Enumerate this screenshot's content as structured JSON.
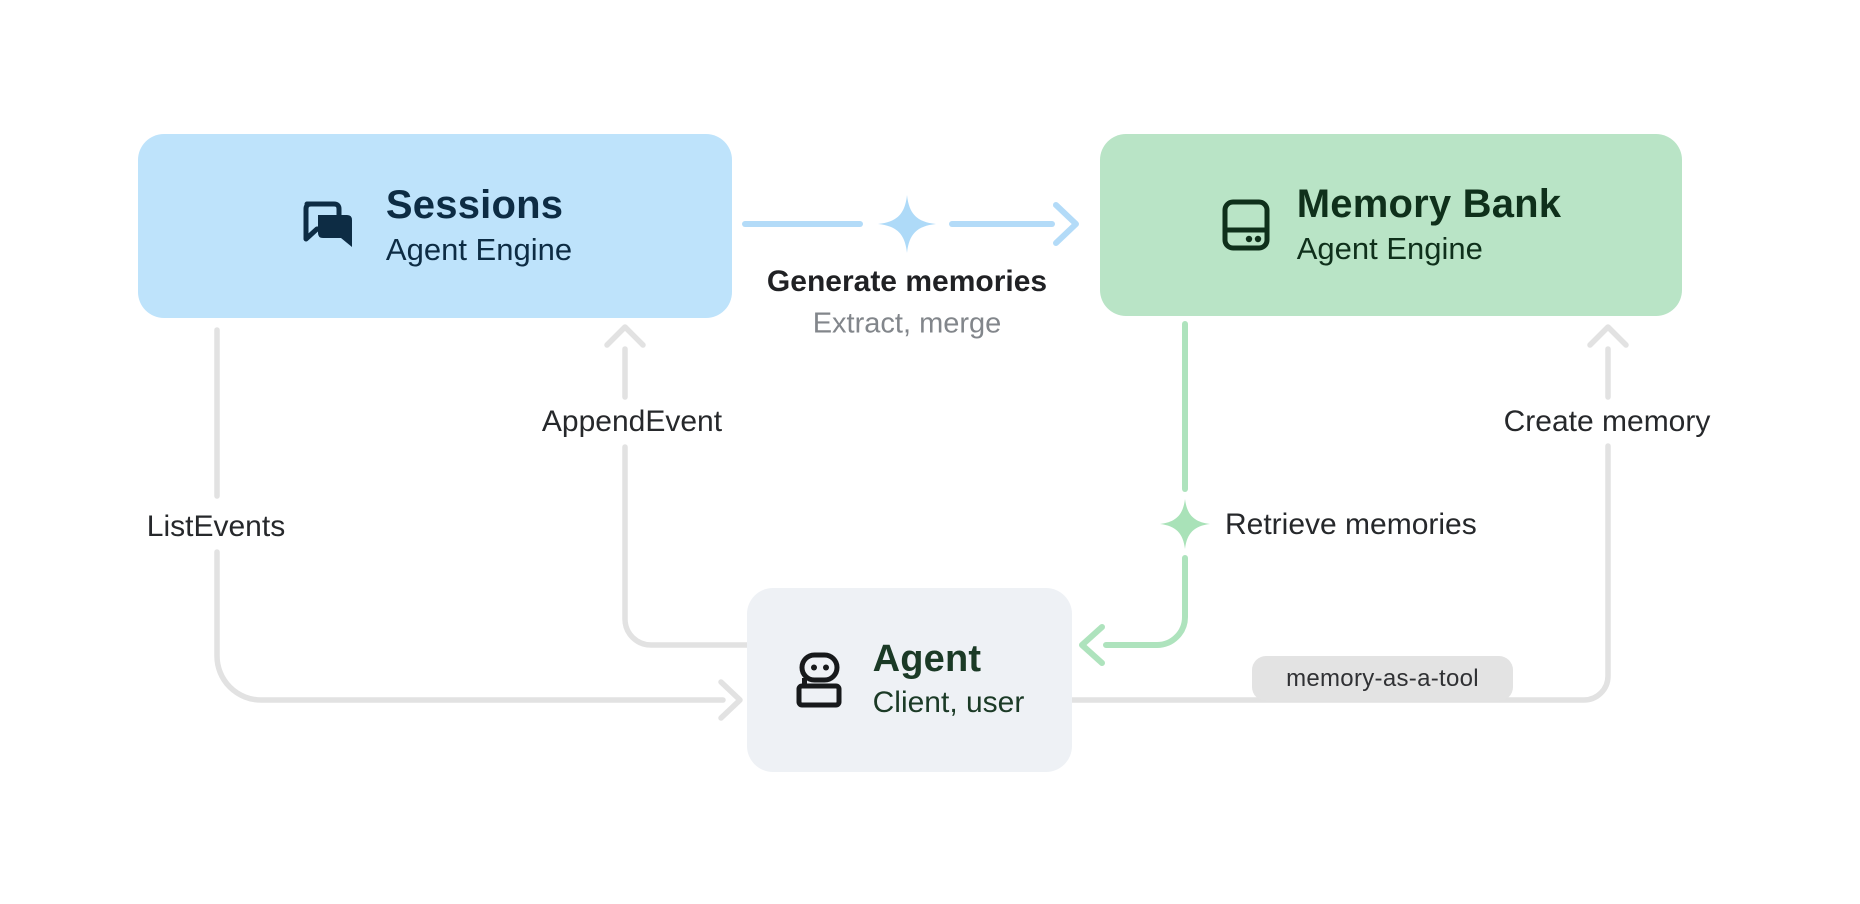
{
  "nodes": {
    "sessions": {
      "title": "Sessions",
      "subtitle": "Agent Engine",
      "icon": "forum-icon",
      "bg": "#bee3fb",
      "text_color": "#0d2c44"
    },
    "memory_bank": {
      "title": "Memory Bank",
      "subtitle": "Agent Engine",
      "icon": "storage-icon",
      "bg": "#b9e4c6",
      "text_color": "#0f301b"
    },
    "agent": {
      "title": "Agent",
      "subtitle": "Client, user",
      "icon": "robot-icon",
      "bg": "#eef1f5",
      "text_color": "#1b3a26"
    }
  },
  "edges": {
    "generate_memories": {
      "label": "Generate memories",
      "sublabel": "Extract, merge",
      "from": "sessions",
      "to": "memory_bank",
      "color": "#b3dbf8",
      "decoration": "sparkle-icon"
    },
    "append_event": {
      "label": "AppendEvent",
      "from": "agent",
      "to": "sessions",
      "color": "#e2e2e2"
    },
    "list_events": {
      "label": "ListEvents",
      "from": "sessions",
      "to": "agent",
      "color": "#e2e2e2"
    },
    "retrieve_memories": {
      "label": "Retrieve memories",
      "from": "memory_bank",
      "to": "agent",
      "color": "#aee3bd",
      "decoration": "sparkle-icon"
    },
    "create_memory": {
      "label": "Create memory",
      "from": "agent",
      "to": "memory_bank",
      "color": "#e2e2e2",
      "badge": "memory-as-a-tool"
    }
  },
  "badge": {
    "label": "memory-as-a-tool",
    "bg": "#e3e3e3"
  },
  "colors": {
    "background": "#ffffff",
    "blue_arrow": "#b3dbf8",
    "green_arrow": "#aee3bd",
    "gray_arrow": "#e2e2e2",
    "label_text": "#26282b",
    "sublabel_text": "#82868b"
  }
}
